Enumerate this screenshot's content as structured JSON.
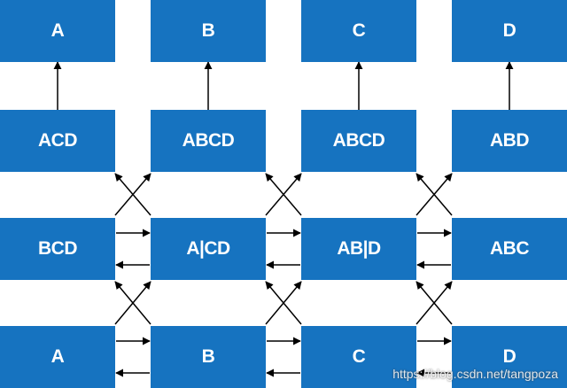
{
  "colors": {
    "box": "#1673c0",
    "text": "#ffffff",
    "line": "#000000"
  },
  "rows": [
    [
      "A",
      "B",
      "C",
      "D"
    ],
    [
      "ACD",
      "ABCD",
      "ABCD",
      "ABD"
    ],
    [
      "BCD",
      "A|CD",
      "AB|D",
      "ABC"
    ],
    [
      "A",
      "B",
      "C",
      "D"
    ]
  ],
  "watermark": "https://blog.csdn.net/tangpoza"
}
